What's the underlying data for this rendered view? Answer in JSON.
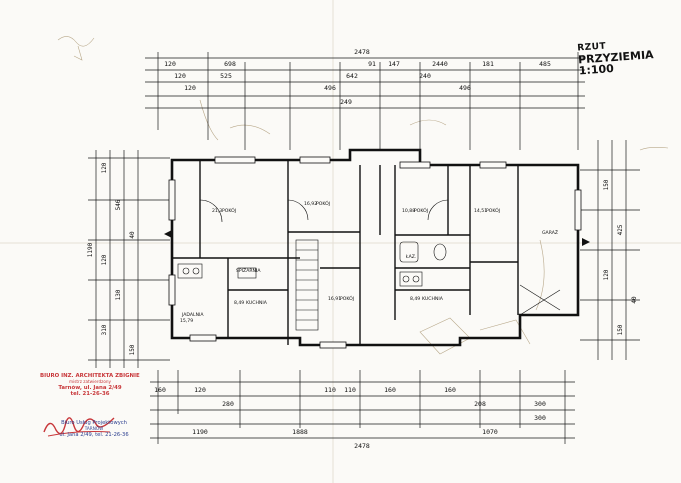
{
  "document": {
    "title_line1": "RZUT",
    "title_line2": "PRZYZIEMIA",
    "scale": "1:100"
  },
  "dimensions": {
    "top_total": "2478",
    "top_row1": [
      "698",
      "642",
      "2440",
      "485"
    ],
    "top_row2": [
      "120",
      "120",
      "120",
      "91",
      "147",
      "240",
      "181"
    ],
    "top_row3": [
      "525",
      "496",
      "496"
    ],
    "top_sub": "249",
    "bottom_total": "2478",
    "bottom_row1": [
      "160",
      "120",
      "280",
      "110",
      "110",
      "160",
      "160",
      "208",
      "300",
      "300"
    ],
    "bottom_row2": [
      "1190",
      "1888",
      "1070"
    ],
    "left_total": "1190",
    "left_row": [
      "120",
      "546",
      "40",
      "120",
      "130",
      "310",
      "150"
    ],
    "right_row": [
      "150",
      "425",
      "120",
      "40",
      "150"
    ]
  },
  "rooms": [
    {
      "area": "21,3",
      "name": "POKÓJ"
    },
    {
      "area": "16,92",
      "name": "POKÓJ"
    },
    {
      "area": "10,88",
      "name": "POKÓJ"
    },
    {
      "area": "14,51",
      "name": "POKÓJ"
    },
    {
      "area": "16,91",
      "name": "POKÓJ"
    },
    {
      "area": "8,49",
      "name": "KUCHNIA"
    },
    {
      "area": "8,49",
      "name": "KUCHNIA"
    },
    {
      "area": "15,79",
      "name": "JADALNIA"
    },
    {
      "area": "",
      "name": "GARAŻ"
    },
    {
      "area": "",
      "name": "SPIŻARNIA"
    },
    {
      "area": "",
      "name": "ŁAZ."
    }
  ],
  "stamp_office": {
    "line1": "BIURO INŻ. ARCHITEKTA ZBIGNIEWA",
    "line2": "mistrz zatwierdzony",
    "line3": "Tarnów, ul. Jana 2/49",
    "phone": "tel. 21-26-36"
  },
  "stamp_designer": {
    "line1": "Biuro Usług Projektowych",
    "line2": "TARNÓW",
    "address": "ul. Jana 2/49, tel. 21-26-36"
  },
  "colors": {
    "paper": "#fbfaf7",
    "ink": "#1a1a1a",
    "stamp_red": "#c8373a",
    "stamp_blue": "#2c3f8f",
    "pencil": "#b8a88a"
  }
}
